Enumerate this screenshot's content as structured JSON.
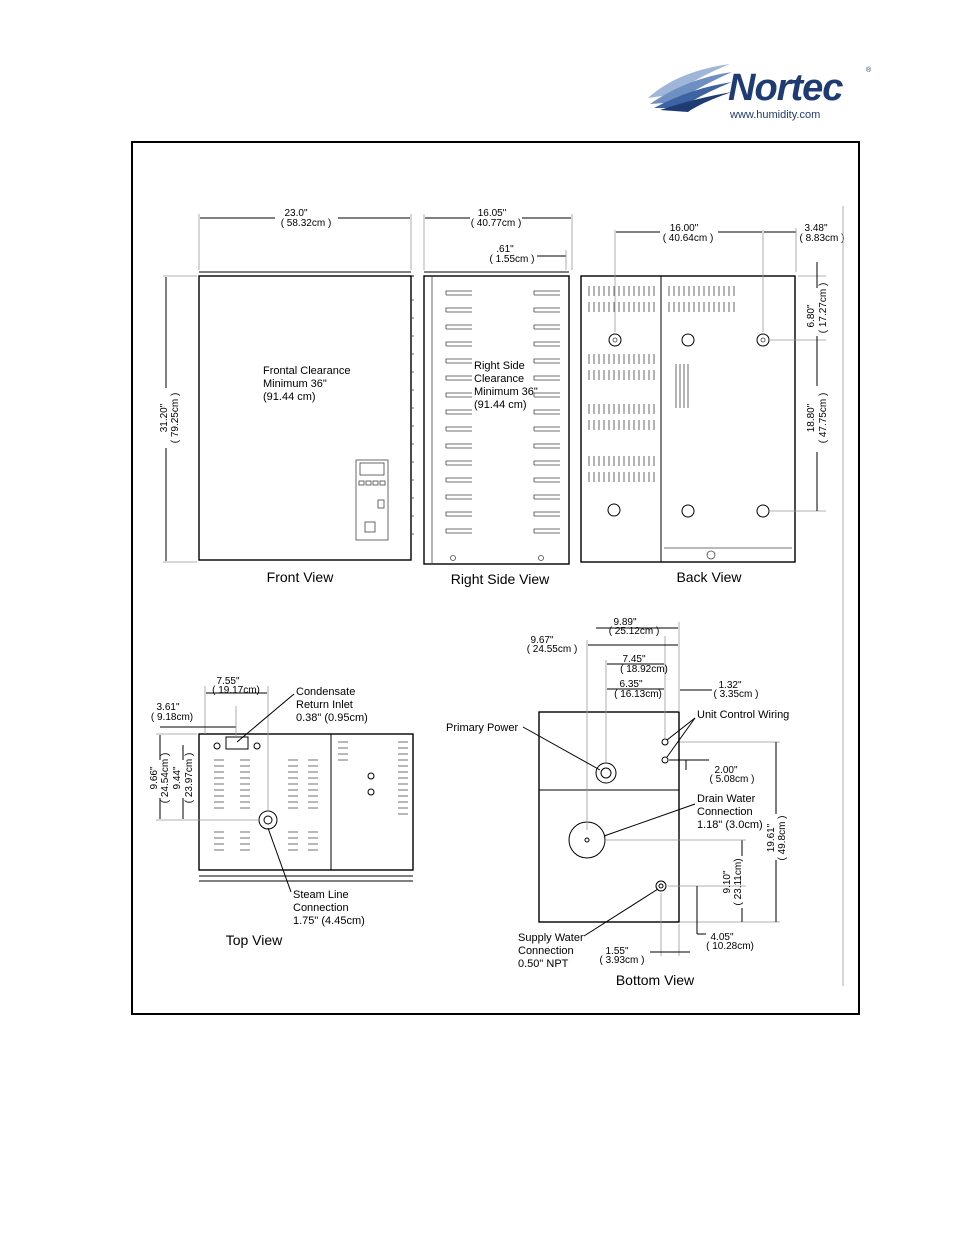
{
  "logo": {
    "brand": "Nortec",
    "registered": "®",
    "url": "www.humidity.com",
    "color": "#1f3b73",
    "wave_color": "#7f9cc8"
  },
  "views": {
    "front": {
      "caption": "Front View",
      "width_in": "23.0\"",
      "width_cm": "( 58.32cm )",
      "height_in": "31.20\"",
      "height_cm": "( 79.25cm )",
      "clearance_1": "Frontal Clearance",
      "clearance_2": "Minimum 36\"",
      "clearance_3": "(91.44 cm)"
    },
    "right_side": {
      "caption": "Right Side View",
      "depth_in": "16.05\"",
      "depth_cm": "( 40.77cm )",
      "offset_in": ".61\"",
      "offset_cm": "( 1.55cm )",
      "clearance_1": "Right Side",
      "clearance_2": "Clearance",
      "clearance_3": "Minimum 36\"",
      "clearance_4": "(91.44 cm)"
    },
    "back": {
      "caption": "Back View",
      "width_in": "16.00\"",
      "width_cm": "( 40.64cm )",
      "edge_in": "3.48\"",
      "edge_cm": "( 8.83cm )",
      "top_in": "6.80\"",
      "top_cm": "( 17.27cm )",
      "span_in": "18.80\"",
      "span_cm": "( 47.75cm )"
    },
    "top": {
      "caption": "Top View",
      "d1_in": "7.55\"",
      "d1_cm": "( 19.17cm)",
      "d2_in": "3.61\"",
      "d2_cm": "( 9.18cm)",
      "d3_in": "9.66\"",
      "d3_cm": "( 24.54cm )",
      "d4_in": "9.44\"",
      "d4_cm": "( 23.97cm )",
      "condensate_1": "Condensate",
      "condensate_2": "Return Inlet",
      "condensate_3": "0.38\" (0.95cm)",
      "steam_1": "Steam Line",
      "steam_2": "Connection",
      "steam_3": "1.75\" (4.45cm)"
    },
    "bottom": {
      "caption": "Bottom View",
      "d_989_in": "9.89\"",
      "d_989_cm": "( 25.12cm )",
      "d_967_in": "9.67\"",
      "d_967_cm": "( 24.55cm )",
      "d_745_in": "7.45\"",
      "d_745_cm": "( 18.92cm)",
      "d_635_in": "6.35\"",
      "d_635_cm": "( 16.13cm)",
      "d_132_in": "1.32\"",
      "d_132_cm": "( 3.35cm )",
      "d_200_in": "2.00\"",
      "d_200_cm": "( 5.08cm )",
      "d_1961_in": "19.61\"",
      "d_1961_cm": "( 49.8cm )",
      "d_910_in": "9.10\"",
      "d_910_cm": "( 23.11cm)",
      "d_405_in": "4.05\"",
      "d_405_cm": "( 10.28cm)",
      "d_155_in": "1.55\"",
      "d_155_cm": "( 3.93cm )",
      "primary_power": "Primary Power",
      "unit_control": "Unit Control Wiring",
      "drain_1": "Drain Water",
      "drain_2": "Connection",
      "drain_3": "1.18\" (3.0cm)",
      "supply_1": "Supply Water",
      "supply_2": "Connection",
      "supply_3": "0.50\" NPT"
    }
  }
}
